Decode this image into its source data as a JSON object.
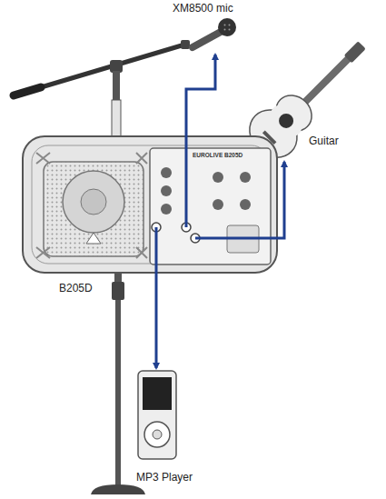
{
  "diagram": {
    "nodes": [
      {
        "text": [
          "XM8500 mic"
        ]
      },
      {
        "text": [
          "Guitar"
        ]
      },
      {
        "text": [
          "B205D"
        ]
      },
      {
        "text": [
          "MP3 Player"
        ]
      }
    ],
    "edges": [
      {
        "from": 2,
        "to": 0,
        "arrow": "to"
      },
      {
        "from": 2,
        "to": 1,
        "arrow": "to"
      },
      {
        "from": 2,
        "to": 3,
        "arrow": "to"
      }
    ],
    "labels": [
      "EUROLIVE B205D"
    ]
  }
}
